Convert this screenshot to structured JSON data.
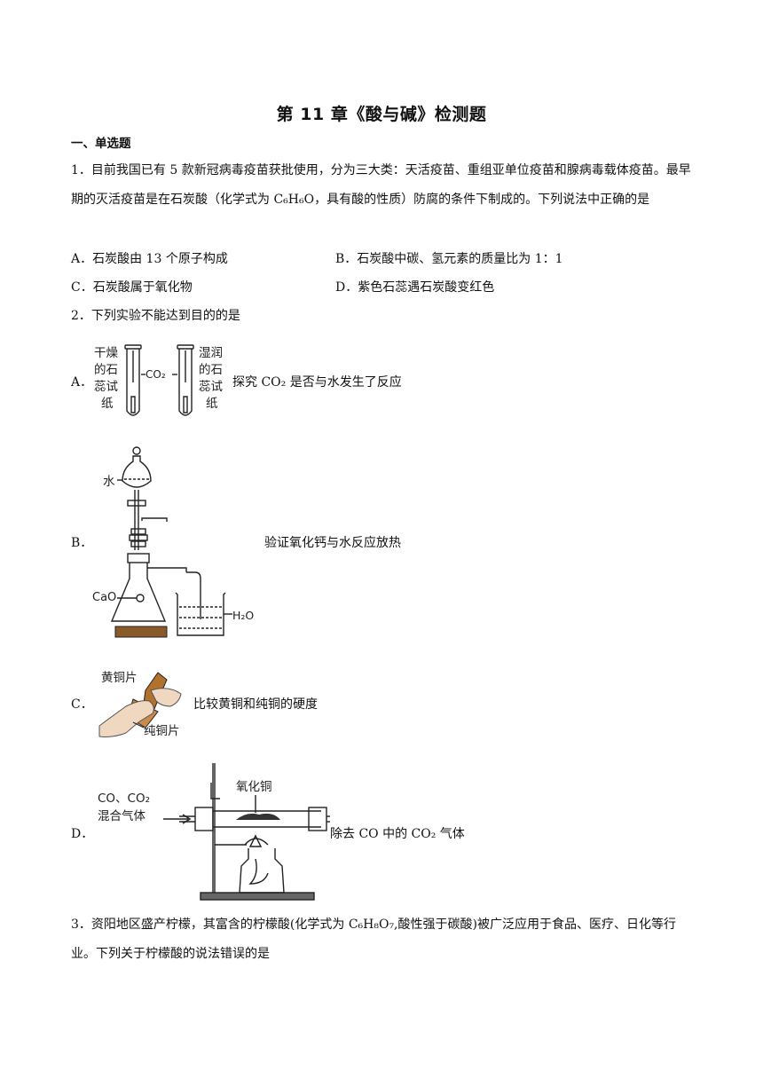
{
  "title": "第 11 章《酸与碱》检测题",
  "section": "一、单选题",
  "q1": {
    "stem": "1．目前我国已有 5 款新冠病毒疫苗获批使用，分为三大类：天活疫苗、重组亚单位疫苗和腺病毒载体疫苗。最早期的灭活疫苗是在石炭酸（化学式为 C₆H₆O，具有酸的性质）防腐的条件下制成的。下列说法中正确的是",
    "A": "A．石炭酸由 13 个原子构成",
    "B": "B．石炭酸中碳、氢元素的质量比为 1：1",
    "C": "C．石炭酸属于氧化物",
    "D": "D．紫色石蕊遇石炭酸变红色"
  },
  "q2": {
    "stem": "2．下列实验不能达到目的的是",
    "A": {
      "letter": "A．",
      "text": "探究 CO₂ 是否与水发生了反应",
      "fig_left": [
        "干燥",
        "的石",
        "蕊试",
        "纸"
      ],
      "fig_right": [
        "湿润",
        "的石",
        "蕊试",
        "纸"
      ],
      "fig_gas": "CO₂"
    },
    "B": {
      "letter": "B．",
      "text": "验证氧化钙与水反应放热",
      "fig_water": "水",
      "fig_cao": "CaO",
      "fig_h2o": "H₂O"
    },
    "C": {
      "letter": "C．",
      "text": "比较黄铜和纯铜的硬度",
      "fig_brass": "黄铜片",
      "fig_copper": "纯铜片"
    },
    "D": {
      "letter": "D．",
      "text": "除去 CO 中的 CO₂ 气体",
      "fig_gas1": "CO、CO₂",
      "fig_gas2": "混合气体",
      "fig_cuo": "氧化铜"
    }
  },
  "q3": {
    "stem": "3．资阳地区盛产柠檬，其富含的柠檬酸(化学式为 C₆H₈O₇,酸性强于碳酸)被广泛应用于食品、医疗、日化等行业。下列关于柠檬酸的说法错误的是"
  }
}
